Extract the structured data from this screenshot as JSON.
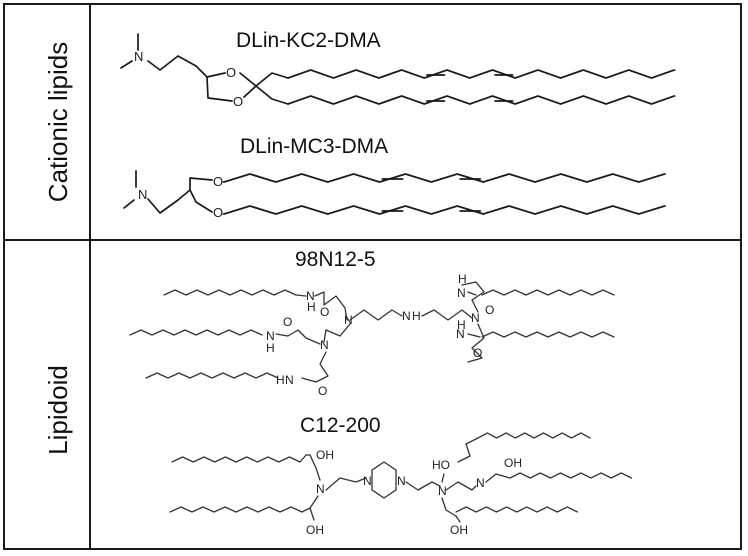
{
  "sections": [
    {
      "label": "Cationic lipids"
    },
    {
      "label": "Lipidoid"
    }
  ],
  "lipids": {
    "kc2": {
      "name": "DLin-KC2-DMA",
      "atoms": {
        "n": "N",
        "o1": "O",
        "o2": "O"
      }
    },
    "mc3": {
      "name": "DLin-MC3-DMA",
      "atoms": {
        "n": "N",
        "o1": "O",
        "o2": "O"
      }
    },
    "n98": {
      "name": "98N12-5",
      "atoms": {
        "n": "N",
        "nh": "N",
        "h": "H",
        "o": "O"
      }
    },
    "c12": {
      "name": "C12-200",
      "atoms": {
        "n": "N",
        "oh": "OH",
        "ho": "HO"
      }
    }
  }
}
